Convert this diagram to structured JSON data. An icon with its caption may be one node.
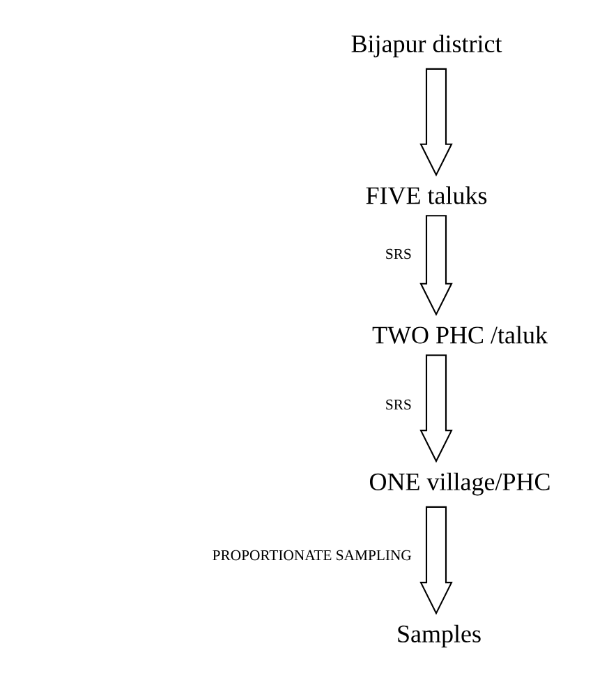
{
  "diagram": {
    "nodes": [
      {
        "text": [
          "Bijapur district"
        ]
      },
      {
        "text": [
          "FIVE taluks"
        ]
      },
      {
        "text": [
          "TWO PHC /taluk"
        ]
      },
      {
        "text": [
          "ONE village/PHC"
        ]
      },
      {
        "text": [
          "Samples"
        ]
      }
    ],
    "edges": [
      {
        "from": 0,
        "to": 1,
        "arrow": "to"
      },
      {
        "from": 1,
        "to": 2,
        "arrow": "to",
        "label": "SRS"
      },
      {
        "from": 2,
        "to": 3,
        "arrow": "to",
        "label": "SRS"
      },
      {
        "from": 3,
        "to": 4,
        "arrow": "to",
        "label": "PROPORTIONATE SAMPLING"
      }
    ]
  }
}
